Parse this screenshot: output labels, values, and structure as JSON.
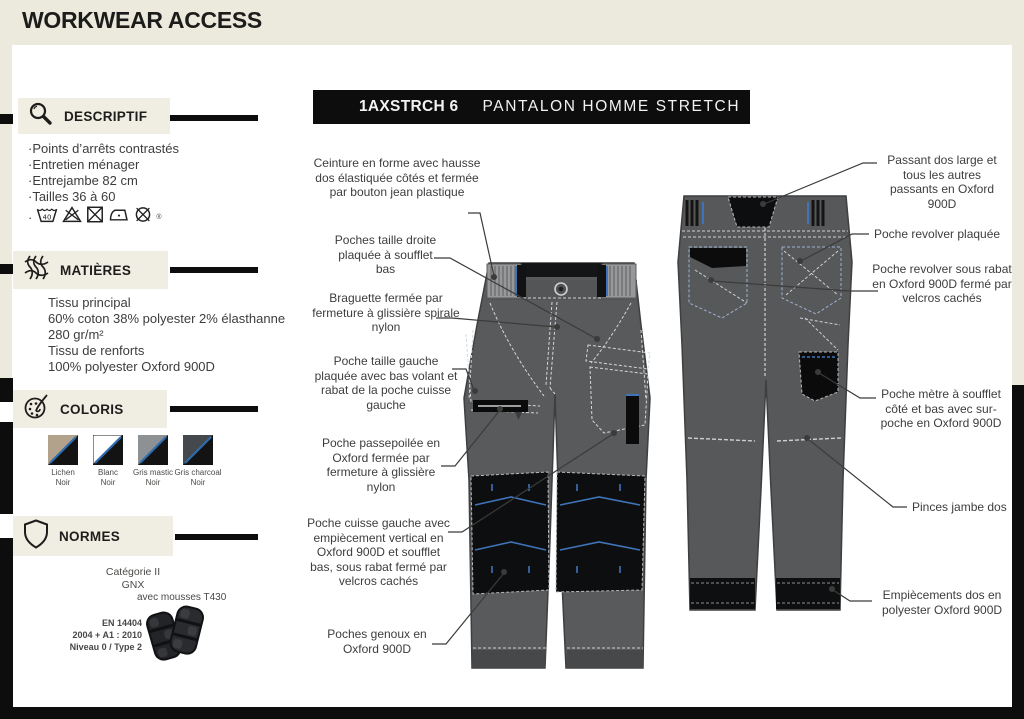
{
  "brand": "WORKWEAR ACCESS",
  "product": {
    "code": "1AXSTRCH 6",
    "name": "PANTALON HOMME STRETCH"
  },
  "sections": {
    "descriptif": {
      "title": "DESCRIPTIF",
      "bullets": [
        "·Points d’arrêts contrastés",
        "·Entretien ménager",
        "·Entrejambe 82 cm",
        "·Tailles 36 à 60"
      ],
      "care_bullet": "·",
      "wash_temp": "40",
      "registered": "®",
      "care_icons": [
        "wash-40",
        "no-bleach",
        "no-tumble-dry",
        "iron",
        "no-dry-clean"
      ]
    },
    "matieres": {
      "title": "MATIÈRES",
      "lines": [
        "Tissu principal",
        "60% coton 38% polyester 2% élasthanne",
        "280 gr/m²",
        "Tissu de renforts",
        "100% polyester Oxford 900D"
      ]
    },
    "coloris": {
      "title": "COLORIS",
      "swatches": [
        {
          "name": "Lichen",
          "second": "Noir",
          "hex": "#b2a28c"
        },
        {
          "name": "Blanc",
          "second": "Noir",
          "hex": "#ffffff"
        },
        {
          "name": "Gris mastic",
          "second": "Noir",
          "hex": "#8e9194"
        },
        {
          "name": "Gris charcoal",
          "second": "Noir",
          "hex": "#45484c"
        }
      ],
      "black_hex": "#131313",
      "stripe_hex": "#2e6cb0"
    },
    "normes": {
      "title": "NORMES",
      "category": "Catégorie II",
      "code": "GNX",
      "foam": "avec mousses T430",
      "standard_lines": [
        "EN 14404",
        "2004 + A1 : 2010",
        "Niveau 0 / Type 2"
      ]
    }
  },
  "callouts": {
    "left": [
      {
        "text": "Ceinture en forme avec hausse dos élastiquée côtés et fermée par bouton jean plastique"
      },
      {
        "text": "Poches taille droite plaquée à soufflet bas"
      },
      {
        "text": "Braguette fermée par fermeture à glissière spirale nylon"
      },
      {
        "text": "Poche taille gauche plaquée avec bas volant et rabat de la poche cuisse gauche"
      },
      {
        "text": "Poche passepoilée en Oxford fermée par fermeture à glissière nylon"
      },
      {
        "text": "Poche cuisse gauche avec empiècement vertical en Oxford 900D et soufflet bas, sous rabat fermé par velcros cachés"
      },
      {
        "text": "Poches genoux en Oxford 900D"
      }
    ],
    "right": [
      {
        "text": "Passant dos large et tous les autres passants en Oxford 900D"
      },
      {
        "text": "Poche revolver plaquée"
      },
      {
        "text": "Poche revolver sous rabat en Oxford 900D fermé par velcros cachés"
      },
      {
        "text": "Poche mètre à soufflet côté et bas avec sur-poche en Oxford 900D"
      },
      {
        "text": "Pinces jambe dos"
      },
      {
        "text": "Empiècements dos en polyester Oxford 900D"
      }
    ]
  }
}
